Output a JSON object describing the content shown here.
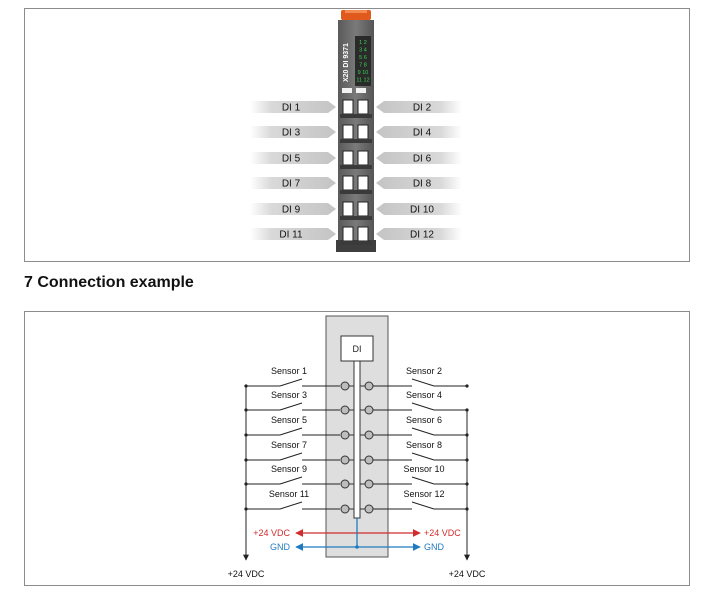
{
  "module": {
    "label": "X20 DI 9371",
    "status_rows": [
      "1 2",
      "3 4",
      "5 6",
      "7 8",
      "9 10",
      "11 12"
    ]
  },
  "terminals": {
    "left": [
      "DI 1",
      "DI 3",
      "DI 5",
      "DI 7",
      "DI 9",
      "DI 11"
    ],
    "right": [
      "DI 2",
      "DI 4",
      "DI 6",
      "DI 8",
      "DI 10",
      "DI 12"
    ]
  },
  "section_heading": "7 Connection example",
  "connection": {
    "di_label": "DI",
    "sensors_left": [
      "Sensor 1",
      "Sensor 3",
      "Sensor 5",
      "Sensor 7",
      "Sensor 9",
      "Sensor 11"
    ],
    "sensors_right": [
      "Sensor 2",
      "Sensor 4",
      "Sensor 6",
      "Sensor 8",
      "Sensor 10",
      "Sensor 12"
    ],
    "supply_label": "+24 VDC",
    "gnd_label": "GND",
    "bottom_supply_left": "+24 VDC",
    "bottom_supply_right": "+24 VDC"
  },
  "colors": {
    "supply": "#d12c2c",
    "gnd": "#1f7bc0",
    "module_body": "#6a6a6a",
    "module_top": "#e05a1e",
    "label_bar": "#cfcfcf"
  }
}
